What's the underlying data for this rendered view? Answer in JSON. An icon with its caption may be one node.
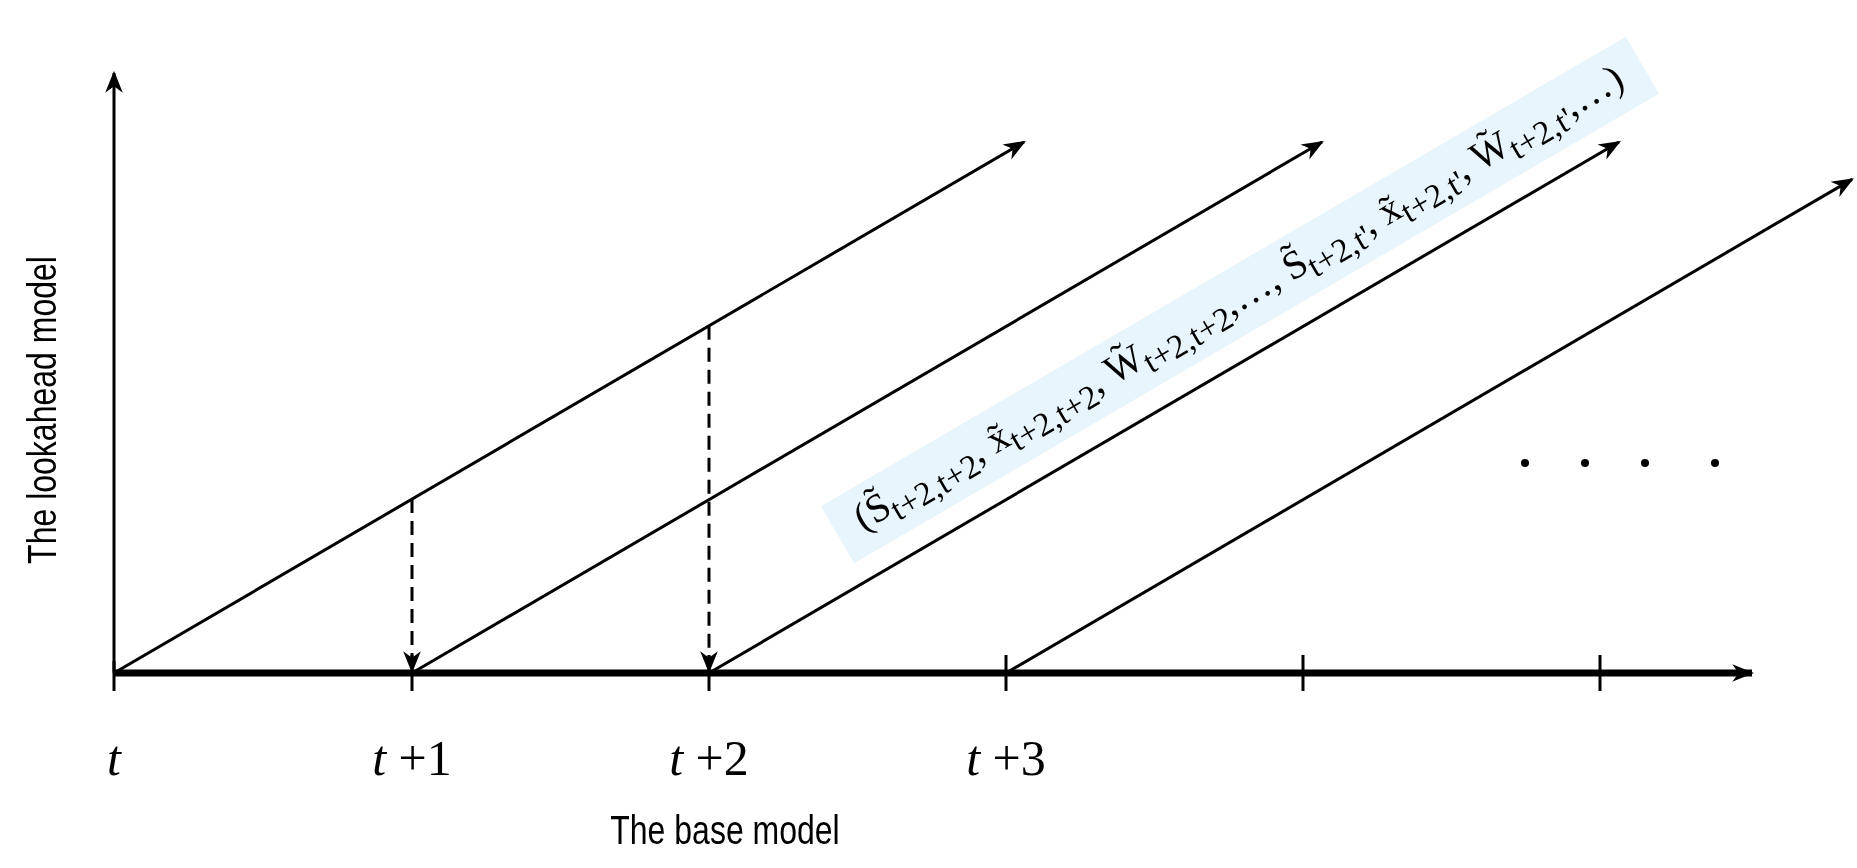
{
  "diagram": {
    "labels": [
      "*t*",
      "*t* +1",
      "*t* +2",
      "*t* +3",
      "The base model",
      "The lookahead model",
      "(S̃$_{t+2,t+2}$, x̃$_{t+2,t+2}$, W̃$_{t+2,t+2}$,…, S̃$_{t+2,t'}$, x̃$_{t+2,t'}$, W̃$_{t+2,t'}$,…)"
    ]
  }
}
